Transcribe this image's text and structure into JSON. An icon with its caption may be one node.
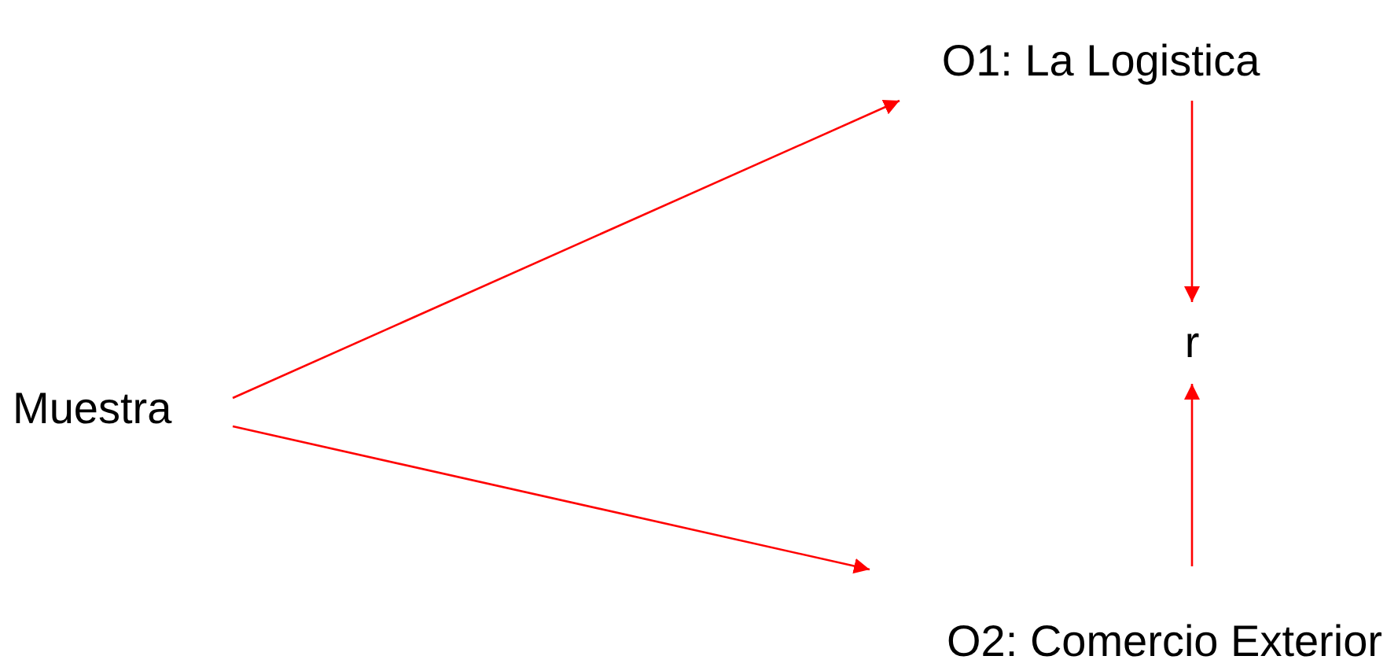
{
  "diagram": {
    "nodes": [
      {
        "text": [
          "Muestra"
        ]
      },
      {
        "text": [
          "O1: La Logistica"
        ]
      },
      {
        "text": [
          "r"
        ]
      },
      {
        "text": [
          "O2: Comercio Exterior"
        ]
      }
    ],
    "edges": [
      {
        "from": 0,
        "to": 1,
        "arrow": "to"
      },
      {
        "from": 0,
        "to": 3,
        "arrow": "to"
      },
      {
        "from": 1,
        "to": 2,
        "arrow": "to"
      },
      {
        "from": 3,
        "to": 2,
        "arrow": "to"
      }
    ]
  }
}
